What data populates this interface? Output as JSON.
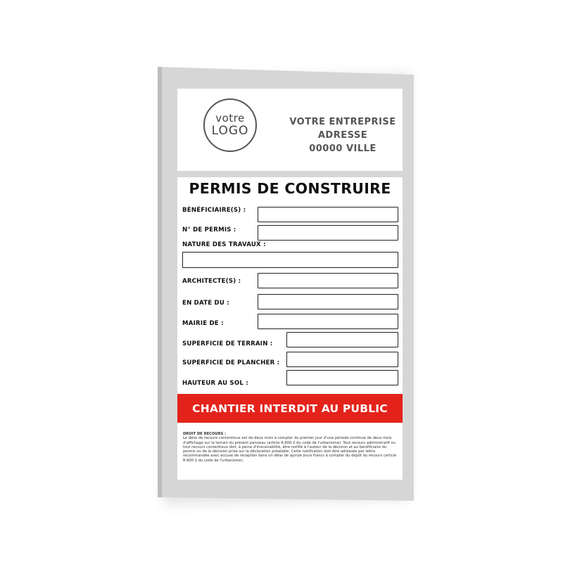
{
  "header": {
    "logo_line1": "votre",
    "logo_line2": "LOGO",
    "company_line1": "VOTRE ENTREPRISE",
    "company_line2": "ADRESSE",
    "company_line3": "00000 VILLE"
  },
  "form": {
    "title": "PERMIS DE CONSTRUIRE",
    "fields": {
      "beneficiaires": "BÉNÉFICIAIRE(S) :",
      "numero": "N° DE PERMIS :",
      "nature": "NATURE DES TRAVAUX :",
      "architectes": "ARCHITECTE(S) :",
      "date": "EN DATE DU :",
      "mairie": "MAIRIE DE :",
      "terrain": "SUPERFICIE DE TERRAIN :",
      "plancher": "SUPERFICIE DE PLANCHER :",
      "hauteur": "HAUTEUR AU SOL :"
    },
    "banner": "CHANTIER INTERDIT AU PUBLIC",
    "legal": {
      "title": "DROIT DE RECOURS :",
      "text": "Le délai de recours contentieux est de deux mois à compter du premier jour d'une période continue de deux mois d'affichage sur le terrain du présent panneau (article R.600-2 du code de l'urbanisme). Tout recours administratif ou tout recours contentieux doit, à peine d'irrecevabilité, être notifié à l'auteur de la décision et au bénéficiaire du permis ou de la décision prise sur la déclaration préalable. Cette notification doit être adressée par lettre recommandée avec accusé de réception dans un délai de quinze jours francs à compter du dépôt du recours (article R.600-1 du code de l'urbanisme)."
    }
  },
  "colors": {
    "banner": "#e3231b",
    "panel": "#d6d6d6"
  }
}
